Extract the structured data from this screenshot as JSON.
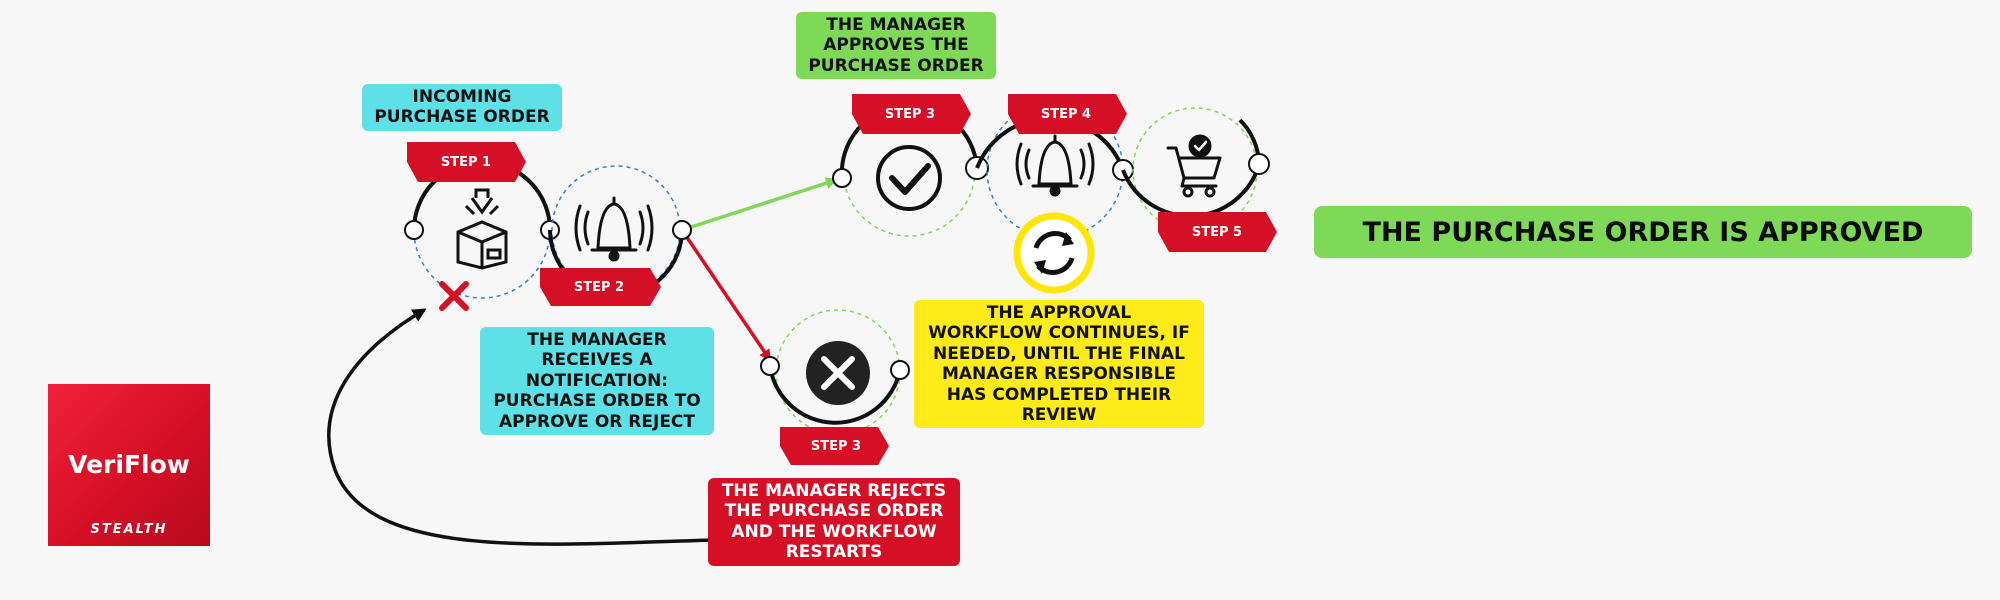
{
  "steps": {
    "step1": "STEP 1",
    "step2": "STEP 2",
    "step3_approve": "STEP 3",
    "step3_reject": "STEP 3",
    "step4": "STEP 4",
    "step5": "STEP 5"
  },
  "labels": {
    "incoming": "INCOMING\nPURCHASE ORDER",
    "notification": "THE MANAGER\nRECEIVES A\nNOTIFICATION:\nPURCHASE ORDER TO\nAPPROVE OR REJECT",
    "approves": "THE MANAGER\nAPPROVES THE\nPURCHASE ORDER",
    "rejects": "THE MANAGER REJECTS\nTHE PURCHASE ORDER\nAND THE WORKFLOW\nRESTARTS",
    "continues": "THE APPROVAL\nWORKFLOW CONTINUES, IF\nNEEDED, UNTIL THE FINAL\nMANAGER RESPONSIBLE\nHAS COMPLETED THEIR\nREVIEW",
    "final": "THE PURCHASE ORDER IS APPROVED"
  },
  "logo": {
    "name": "VeriFlow",
    "subtitle": "STEALTH"
  },
  "icons": [
    "package-icon",
    "bell-icon",
    "check-icon",
    "x-circle-icon",
    "refresh-icon",
    "cart-icon"
  ],
  "colors": {
    "cyan": "#5de0e6",
    "green": "#7ed957",
    "yellow": "#ffeb1a",
    "red": "#d50f25"
  }
}
